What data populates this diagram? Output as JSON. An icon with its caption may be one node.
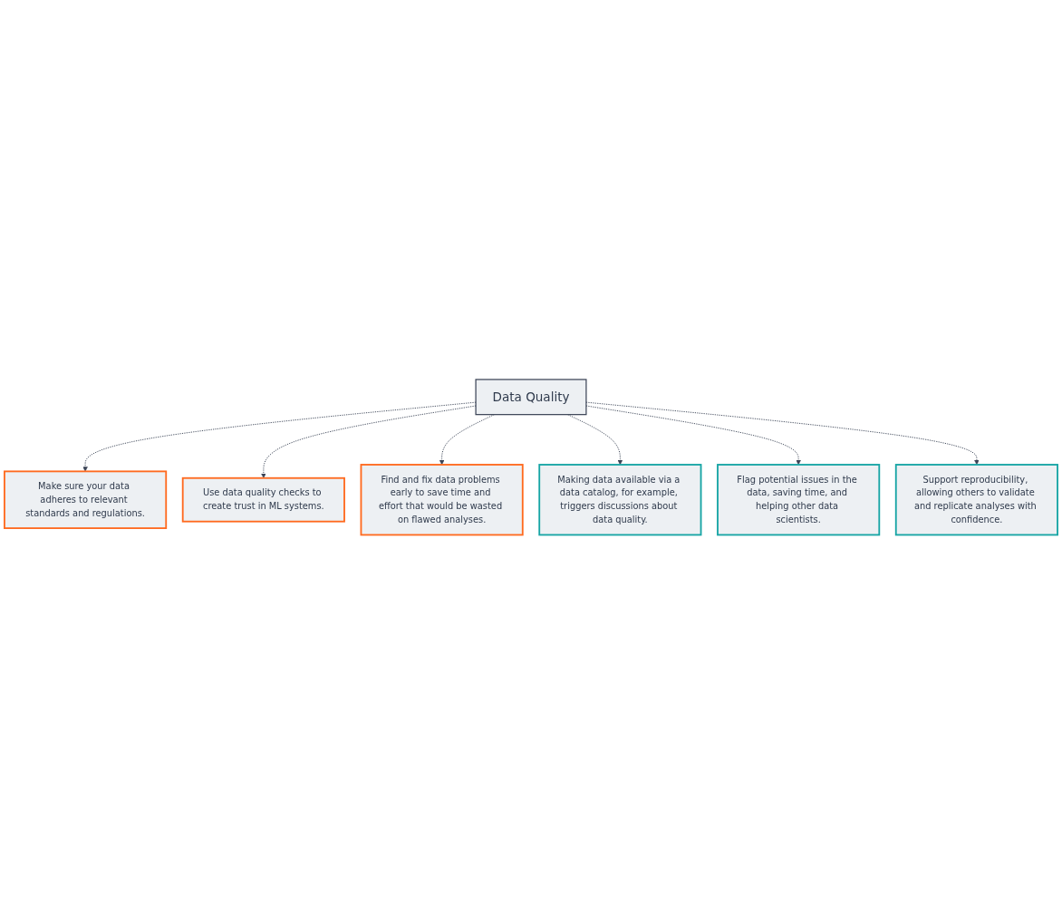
{
  "diagram": {
    "nodes": [
      {
        "text": [
          "Make sure your data adheres to relevant standards and regulations."
        ]
      },
      {
        "text": [
          "Use data quality checks to create trust in ML systems."
        ]
      },
      {
        "text": [
          "Find and fix data problems early to save time and effort that would be wasted on flawed analyses."
        ]
      },
      {
        "text": [
          "Data Quality"
        ]
      },
      {
        "text": [
          "Making data available via a data catalog, for example, triggers discussions about data quality."
        ]
      },
      {
        "text": [
          "Flag potential issues in the data, saving time, and helping other data scientists."
        ]
      },
      {
        "text": [
          "Support reproducibility, allowing others to validate and replicate analyses with confidence."
        ]
      }
    ],
    "edges": [
      {
        "from": 3,
        "to": 0,
        "arrow": "to",
        "style": "dashed"
      },
      {
        "from": 3,
        "to": 1,
        "arrow": "to",
        "style": "dashed"
      },
      {
        "from": 3,
        "to": 2,
        "arrow": "to",
        "style": "dashed"
      },
      {
        "from": 3,
        "to": 4,
        "arrow": "to",
        "style": "dashed"
      },
      {
        "from": 3,
        "to": 5,
        "arrow": "to",
        "style": "dashed"
      },
      {
        "from": 3,
        "to": 6,
        "arrow": "to",
        "style": "dashed"
      }
    ]
  }
}
